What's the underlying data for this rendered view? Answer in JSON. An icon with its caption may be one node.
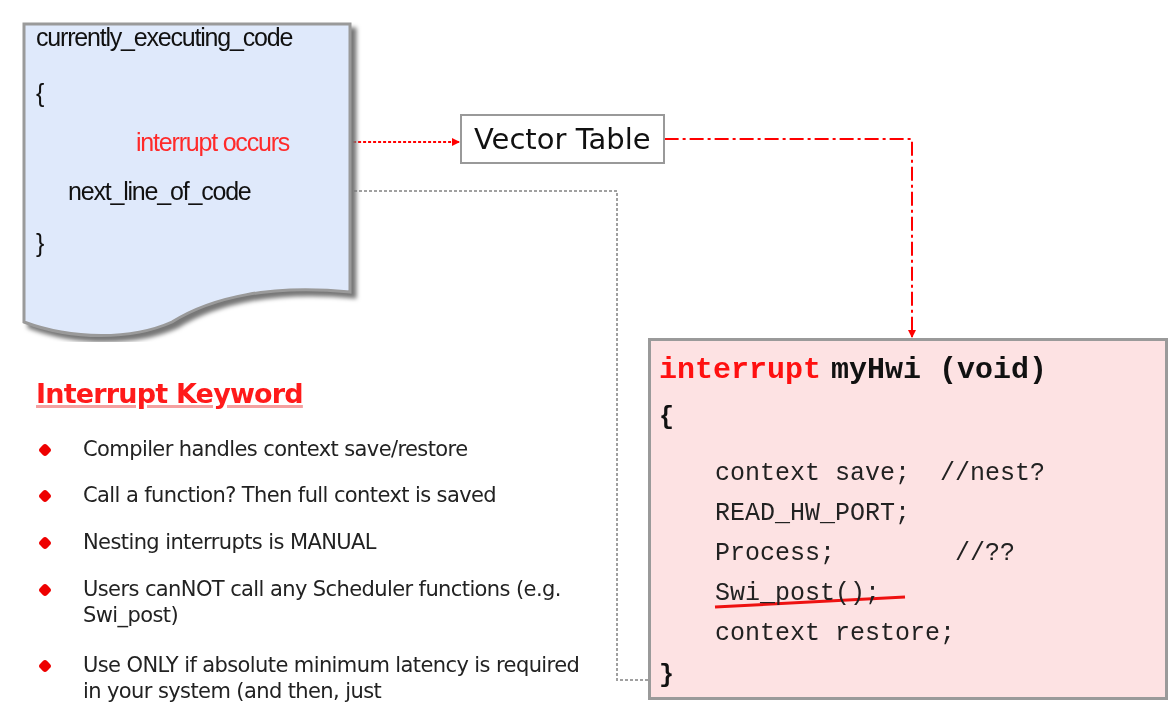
{
  "diagram": {
    "nodes": [
      {
        "text": [
          "currently_executing_code",
          "{",
          "}"
        ]
      },
      {
        "text": [
          "interrupt occurs"
        ],
        "in": 0
      },
      {
        "text": [
          "next_line_of_code"
        ],
        "in": 0
      },
      {
        "text": [
          "Vector Table"
        ]
      },
      {
        "text": [
          "interrupt",
          "myHwi (void)",
          "{",
          "context save;  //nest?",
          "READ_HW_PORT;",
          "Process;        //??",
          "Swi_post();",
          "context restore;",
          "}"
        ]
      }
    ],
    "edges": [
      {
        "from": 1,
        "to": 3,
        "arrow": "to",
        "style": "dashed",
        "color": "#ff0000"
      },
      {
        "from": 3,
        "to": 4,
        "arrow": "to",
        "style": "dashed",
        "color": "#ff0000"
      },
      {
        "from": 4,
        "to": 2,
        "arrow": "to",
        "style": "dashed",
        "color": "#a0a0a0"
      }
    ],
    "labels": [
      "Interrupt Keyword",
      "Compiler handles context save/restore",
      "Call a function? Then full context is saved",
      "Nesting interrupts is MANUAL",
      "Users canNOT call any Scheduler functions (e.g. Swi_post)",
      "Use ONLY if absolute minimum latency is required in your system (and then, just"
    ]
  }
}
